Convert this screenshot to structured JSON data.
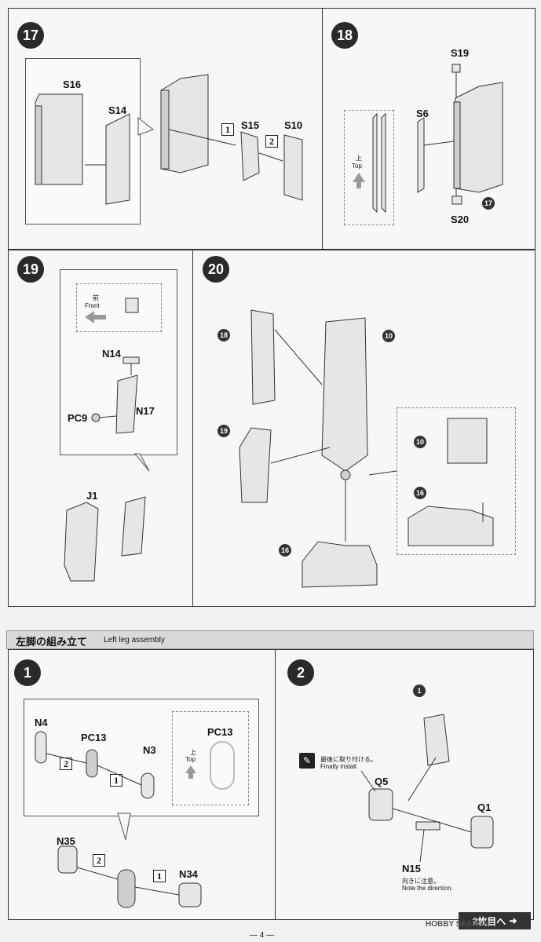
{
  "steps": {
    "s17": {
      "number": "17",
      "parts": [
        "S16",
        "S14",
        "S15",
        "S10"
      ],
      "order": [
        "1",
        "2"
      ]
    },
    "s18": {
      "number": "18",
      "parts": [
        "S19",
        "S6",
        "S20"
      ],
      "ref": "17",
      "top_jp": "上",
      "top_en": "Top"
    },
    "s19": {
      "number": "19",
      "parts": [
        "N14",
        "N17",
        "PC9",
        "J1"
      ],
      "front_jp": "前",
      "front_en": "Front"
    },
    "s20": {
      "number": "20",
      "refs": [
        "18",
        "10",
        "19",
        "10",
        "16",
        "16"
      ]
    }
  },
  "section": {
    "title_jp": "左脚の組み立て",
    "title_en": "Left leg assembly"
  },
  "leg": {
    "s1": {
      "number": "1",
      "parts": [
        "N4",
        "PC13",
        "N3",
        "N35",
        "N34"
      ],
      "order": [
        "2",
        "1",
        "2",
        "1"
      ],
      "inset_part": "PC13",
      "top_jp": "上",
      "top_en": "Top"
    },
    "s2": {
      "number": "2",
      "ref": "1",
      "parts": [
        "Q5",
        "Q1",
        "N15"
      ],
      "note_jp": "最後に取り付ける。",
      "note_en": "Finally install.",
      "dir_jp": "向きに注意。",
      "dir_en": "Note the direction."
    }
  },
  "footer": {
    "page": "— 4 —",
    "next": "2枚目へ",
    "watermark": "HOBBY SEARCH"
  },
  "icons": [
    "arrow-left-icon",
    "arrow-up-icon",
    "pencil-note-icon",
    "arrow-right-icon"
  ]
}
